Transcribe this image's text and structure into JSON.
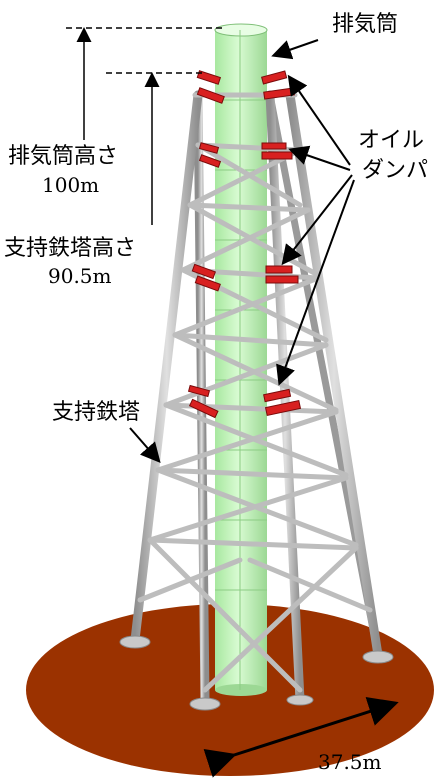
{
  "labels": {
    "stack": "排気筒",
    "stack_height": "排気筒高さ",
    "stack_height_value": "100m",
    "tower_height": "支持鉄塔高さ",
    "tower_height_value": "90.5m",
    "oil_damper_line1": "オイル",
    "oil_damper_line2": "ダンパ",
    "support_tower": "支持鉄塔",
    "base_width": "37.5m"
  },
  "colors": {
    "ground": "#9b3200",
    "stack": "#c8f5c0",
    "steel": "#b8b8b8",
    "damper": "#d82020"
  }
}
